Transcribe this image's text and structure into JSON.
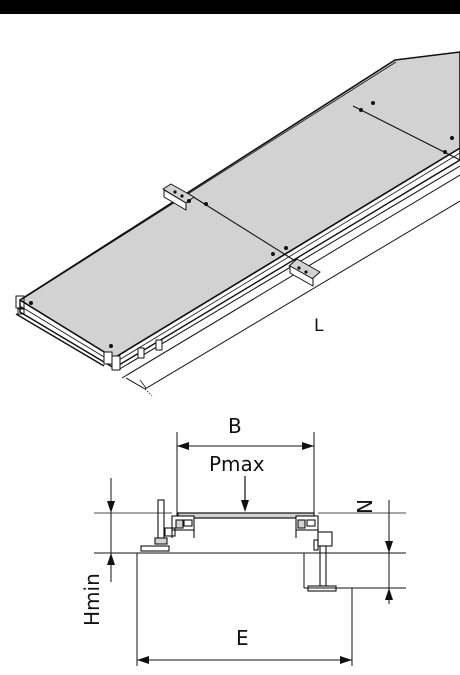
{
  "labels": {
    "length": "L",
    "width": "B",
    "max_load": "Pmax",
    "min_height": "Hmin",
    "support_spacing": "E",
    "offset": "N"
  },
  "colors": {
    "panel_fill": "#d2d2d2",
    "line": "#111111",
    "background": "#ffffff"
  }
}
